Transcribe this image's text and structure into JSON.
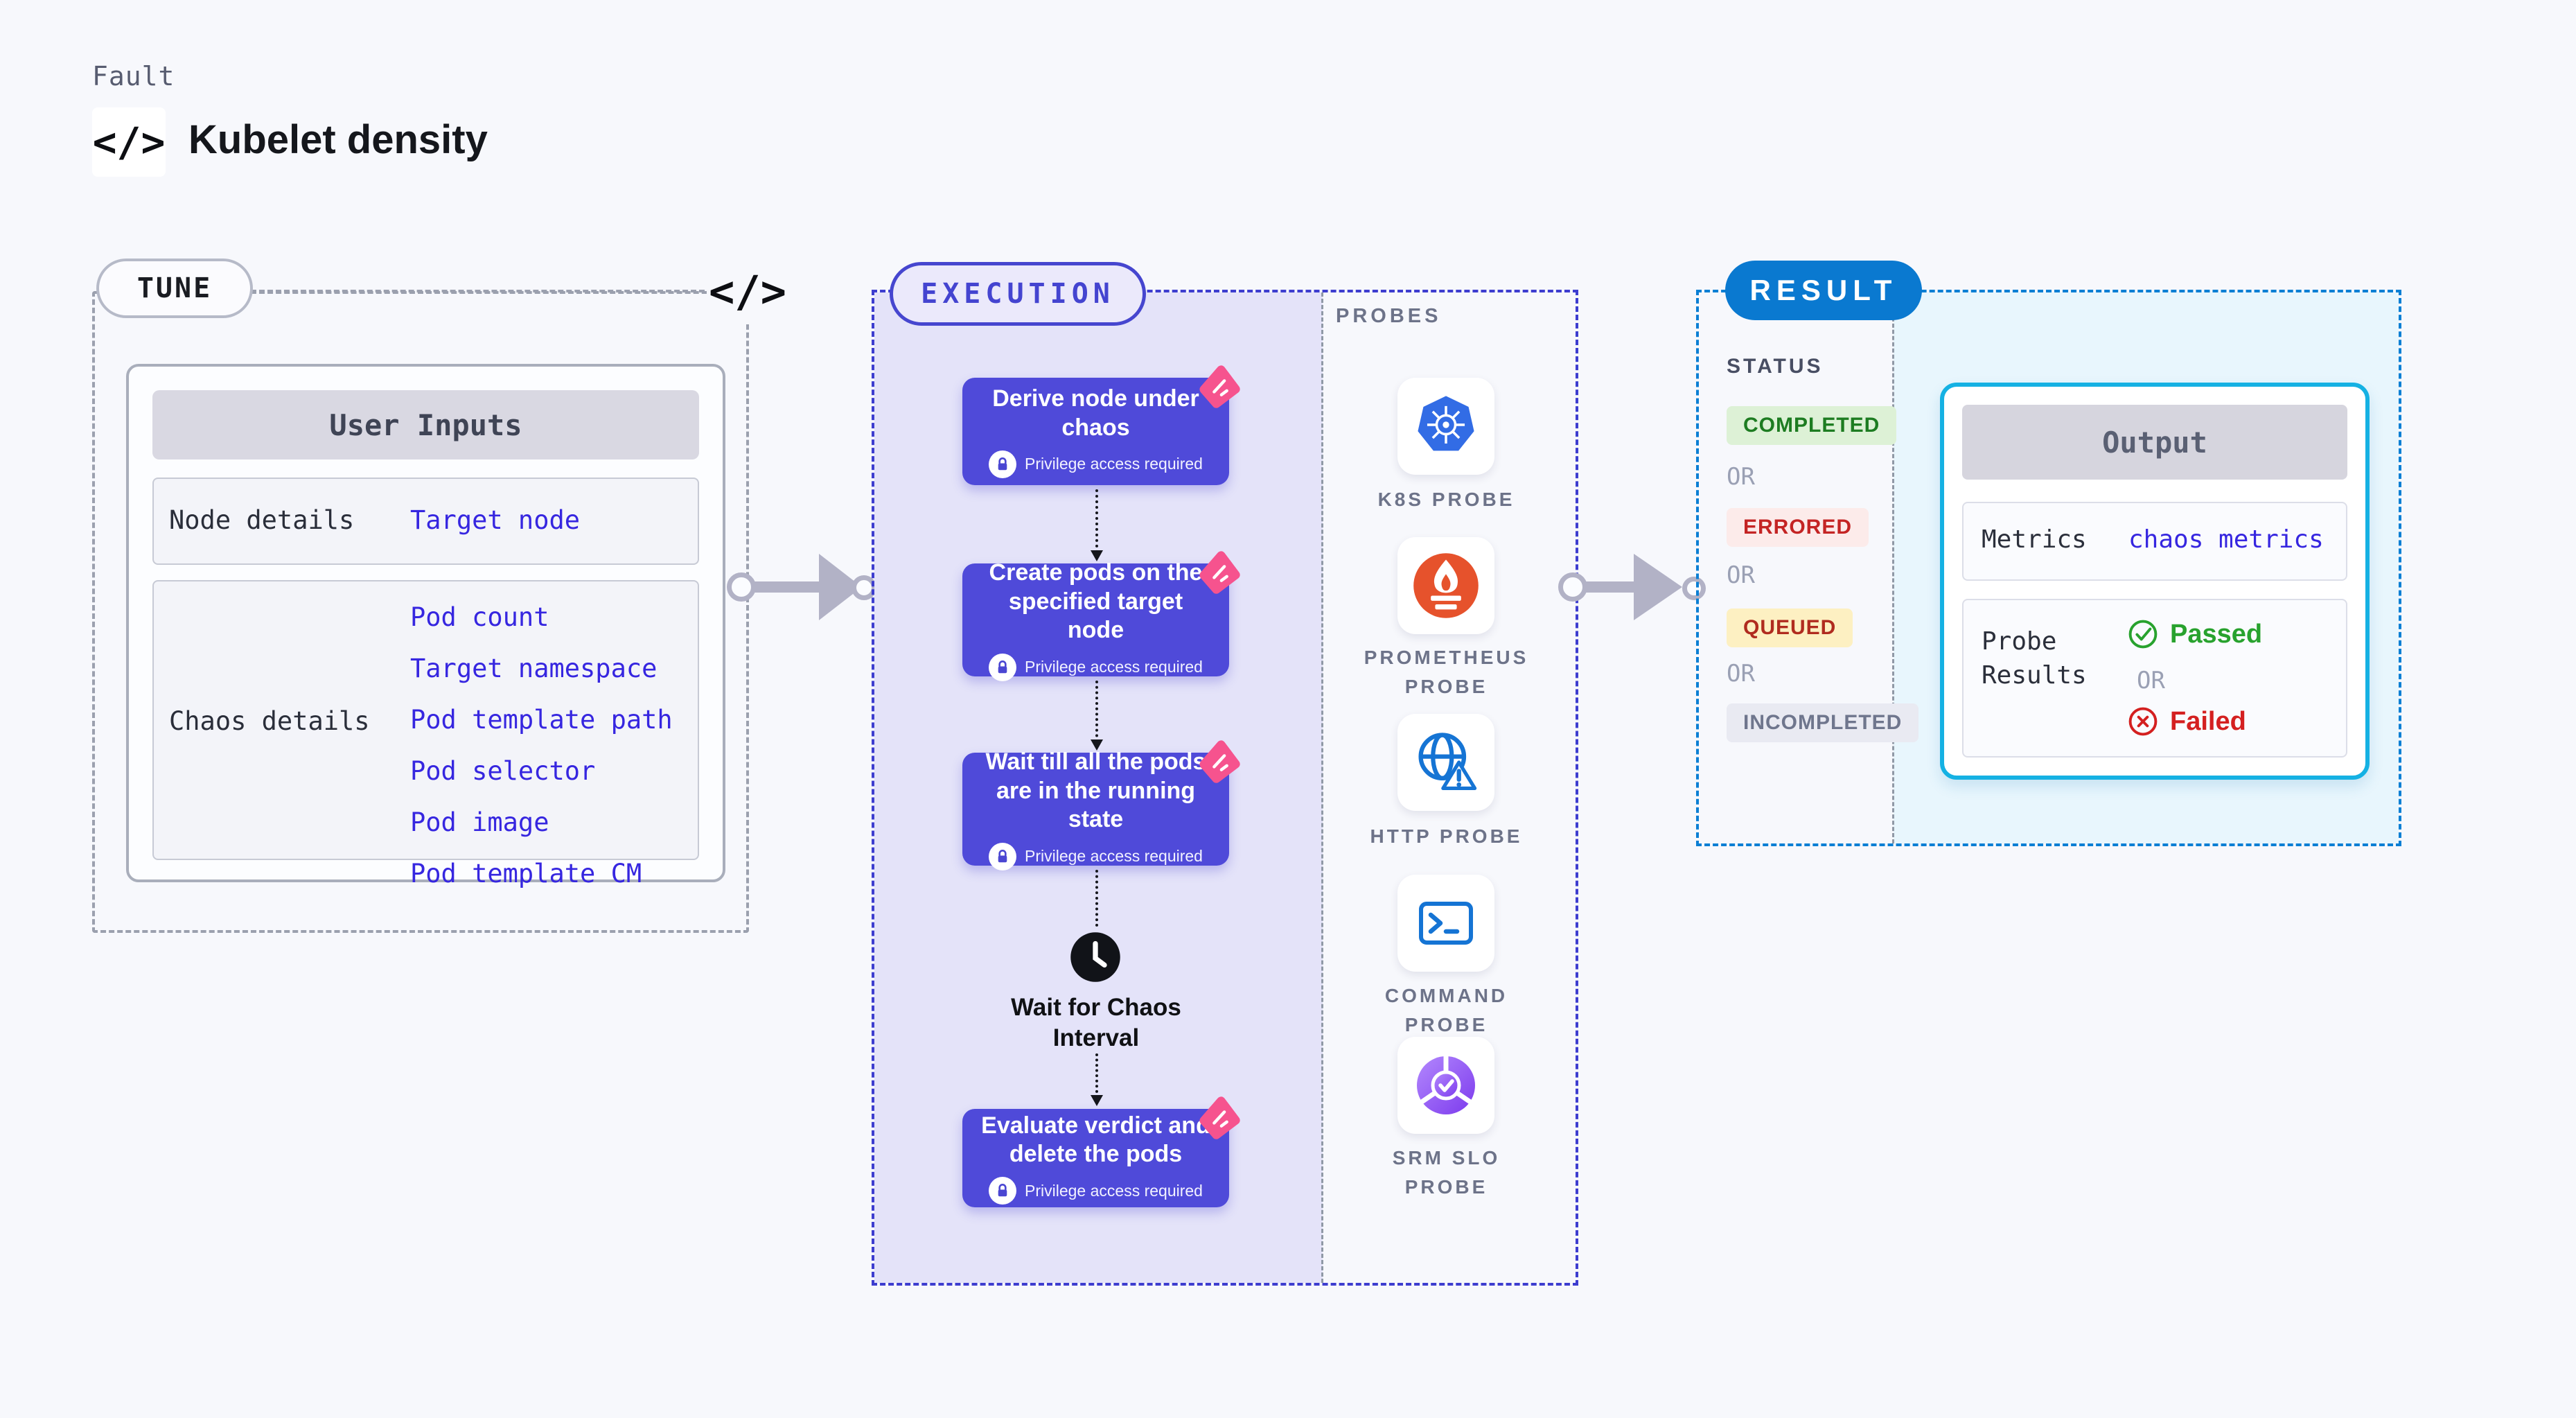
{
  "page": {
    "kicker": "Fault",
    "title": "Kubelet density",
    "code_icon": "</>"
  },
  "tune": {
    "label": "TUNE",
    "table": {
      "header": "User Inputs",
      "rows": [
        {
          "label": "Node details",
          "links": [
            "Target node"
          ]
        },
        {
          "label": "Chaos details",
          "links": [
            "Pod count",
            "Target namespace",
            "Pod template path",
            "Pod selector",
            "Pod image",
            "Pod template CM"
          ]
        }
      ]
    }
  },
  "execution": {
    "label": "EXECUTION",
    "steps": [
      {
        "title": "Derive node under chaos",
        "note": "Privilege access required"
      },
      {
        "title": "Create pods on the specified target node",
        "note": "Privilege access required"
      },
      {
        "title": "Wait till all the pods are in the running state",
        "note": "Privilege access required"
      },
      {
        "title": "Evaluate verdict and delete the pods",
        "note": "Privilege access required"
      }
    ],
    "wait_label": "Wait for Chaos Interval",
    "probes": {
      "label": "PROBES",
      "items": [
        {
          "name": "K8S PROBE",
          "icon": "kubernetes-icon"
        },
        {
          "name": "PROMETHEUS PROBE",
          "icon": "prometheus-icon"
        },
        {
          "name": "HTTP PROBE",
          "icon": "globe-warning-icon"
        },
        {
          "name": "COMMAND PROBE",
          "icon": "terminal-icon"
        },
        {
          "name": "SRM SLO PROBE",
          "icon": "slo-pie-check-icon"
        }
      ]
    }
  },
  "result": {
    "label": "RESULT",
    "status": {
      "label": "STATUS",
      "badges": [
        "COMPLETED",
        "ERRORED",
        "QUEUED",
        "INCOMPLETED"
      ],
      "or": "OR"
    },
    "output": {
      "title": "Output",
      "metrics_label": "Metrics",
      "metrics_link": "chaos metrics",
      "probe_results_label": "Probe Results",
      "passed": "Passed",
      "or": "OR",
      "failed": "Failed"
    }
  },
  "colors": {
    "indigo_accent": "#4f4ad9",
    "execution_border": "#3d3dcf",
    "result_border": "#0b7fd4",
    "result_pill": "#0a79d0",
    "output_border": "#15b1e3",
    "link_blue": "#3626e0",
    "pink_flag": "#f6538e",
    "completed_green": "#1d7c21",
    "errored_red": "#c42424",
    "queued_amber_bg": "#fdf0c2",
    "passed_green": "#28a22e",
    "failed_red": "#d42020"
  }
}
